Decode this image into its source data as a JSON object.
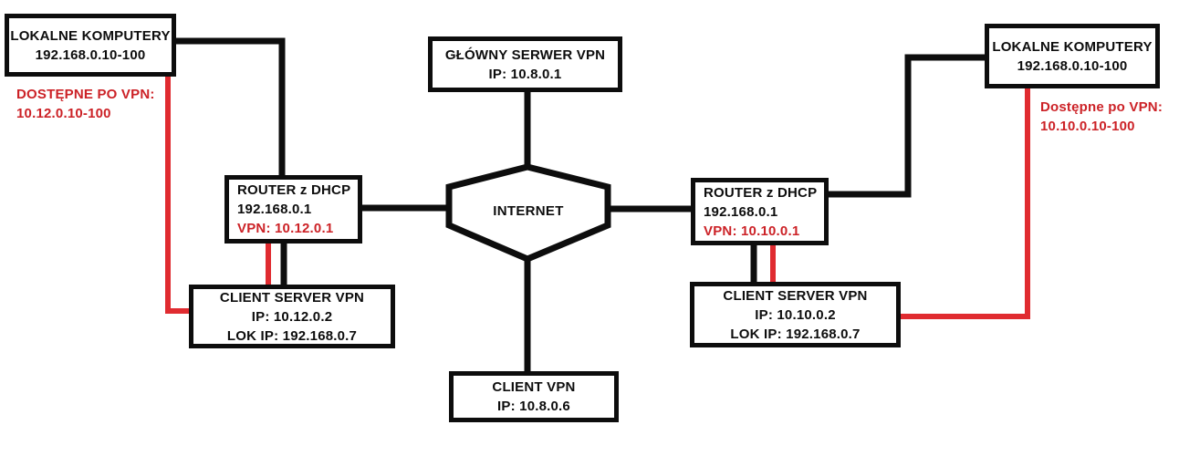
{
  "diagram_type": "vpn-network-topology",
  "colors": {
    "background": "#ffffff",
    "line_black": "#0d0d0d",
    "line_red": "#e02b30",
    "text_red": "#cc2227",
    "box_border": "#0d0d0d"
  },
  "nodes": {
    "local_left": {
      "lines": [
        "LOKALNE KOMPUTERY",
        "192.168.0.10-100"
      ]
    },
    "vpn_note_left": {
      "lines": [
        "DOSTĘPNE PO VPN:",
        "10.12.0.10-100"
      ]
    },
    "router_left": {
      "lines": [
        "ROUTER z DHCP",
        "192.168.0.1"
      ],
      "vpn_line": "VPN: 10.12.0.1"
    },
    "client_server_left": {
      "lines": [
        "CLIENT SERVER VPN",
        "IP: 10.12.0.2",
        "LOK IP: 192.168.0.7"
      ]
    },
    "main_server": {
      "lines": [
        "GŁÓWNY SERWER VPN",
        "IP: 10.8.0.1"
      ]
    },
    "internet": {
      "label": "INTERNET"
    },
    "router_right": {
      "lines": [
        "ROUTER z DHCP",
        "192.168.0.1"
      ],
      "vpn_line": "VPN: 10.10.0.1"
    },
    "client_server_right": {
      "lines": [
        "CLIENT SERVER VPN",
        "IP: 10.10.0.2",
        "LOK IP: 192.168.0.7"
      ]
    },
    "local_right": {
      "lines": [
        "LOKALNE KOMPUTERY",
        "192.168.0.10-100"
      ]
    },
    "vpn_note_right": {
      "lines": [
        "Dostępne po VPN:",
        "10.10.0.10-100"
      ]
    },
    "client_vpn": {
      "lines": [
        "CLIENT VPN",
        "IP: 10.8.0.6"
      ]
    }
  }
}
